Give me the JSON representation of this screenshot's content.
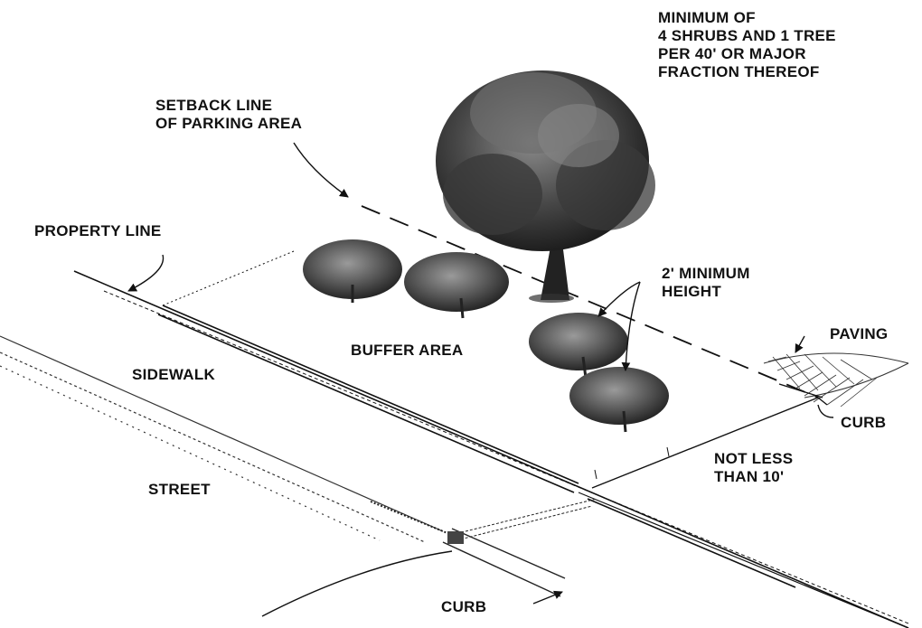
{
  "labels": {
    "minimum_requirement": "MINIMUM OF\n4 SHRUBS AND 1 TREE\nPER 40' OR MAJOR\nFRACTION THEREOF",
    "setback_line": "SETBACK LINE\nOF PARKING AREA",
    "property_line": "PROPERTY LINE",
    "minimum_height": "2' MINIMUM\nHEIGHT",
    "paving": "PAVING",
    "buffer_area": "BUFFER AREA",
    "sidewalk": "SIDEWALK",
    "curb_right": "CURB",
    "not_less_than": "NOT LESS\nTHAN 10'",
    "street": "STREET",
    "curb_bottom": "CURB"
  },
  "colors": {
    "ink": "#111111",
    "foliage_dark": "#2b2b2b",
    "foliage_mid": "#5a5a5a",
    "foliage_light": "#8a8a8a"
  }
}
